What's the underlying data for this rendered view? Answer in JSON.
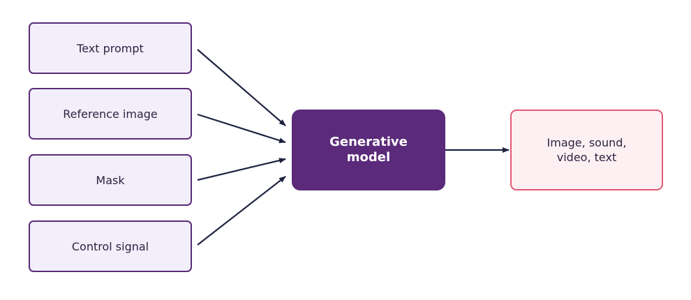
{
  "inputs": [
    {
      "label": "Text prompt"
    },
    {
      "label": "Reference image"
    },
    {
      "label": "Mask"
    },
    {
      "label": "Control signal"
    }
  ],
  "model": {
    "label": "Generative model"
  },
  "output": {
    "label": "Image, sound, video, text"
  },
  "colors": {
    "input_fill": "#f3effa",
    "input_border": "#5b2a7a",
    "model_fill": "#5b2a7a",
    "output_fill": "#fdf0f3",
    "output_border": "#e05a74",
    "arrow": "#1e2340"
  }
}
